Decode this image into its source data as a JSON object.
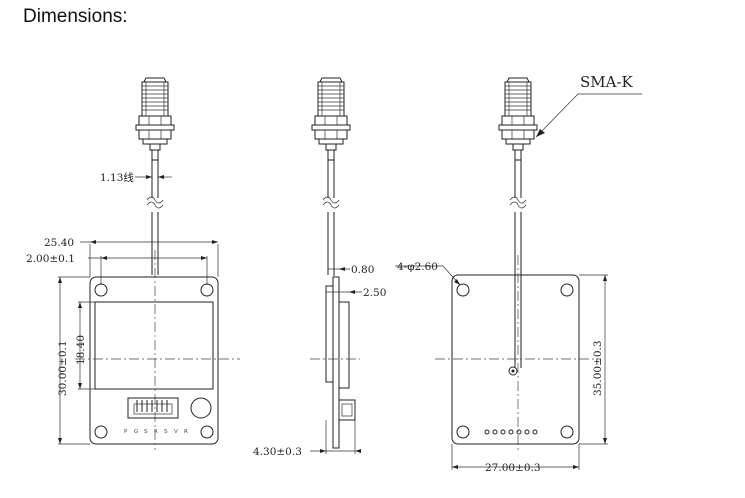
{
  "heading": "Dimensions:",
  "labels": {
    "connector": "SMA-K",
    "cable": "1.13线",
    "width_outer": "25.40",
    "hole_offset": "2.00±0.1",
    "height_outer": "30.00±0.1",
    "screen_height": "18.40",
    "pcb_thickness": "0.80",
    "component_height": "2.50",
    "total_thickness": "4.30±0.3",
    "holes": "4-φ2.60",
    "antenna_height": "35.00±0.3",
    "antenna_width": "27.00±0.3"
  },
  "pins": [
    "P",
    "G",
    "S",
    "R",
    "S",
    "V",
    "R"
  ]
}
